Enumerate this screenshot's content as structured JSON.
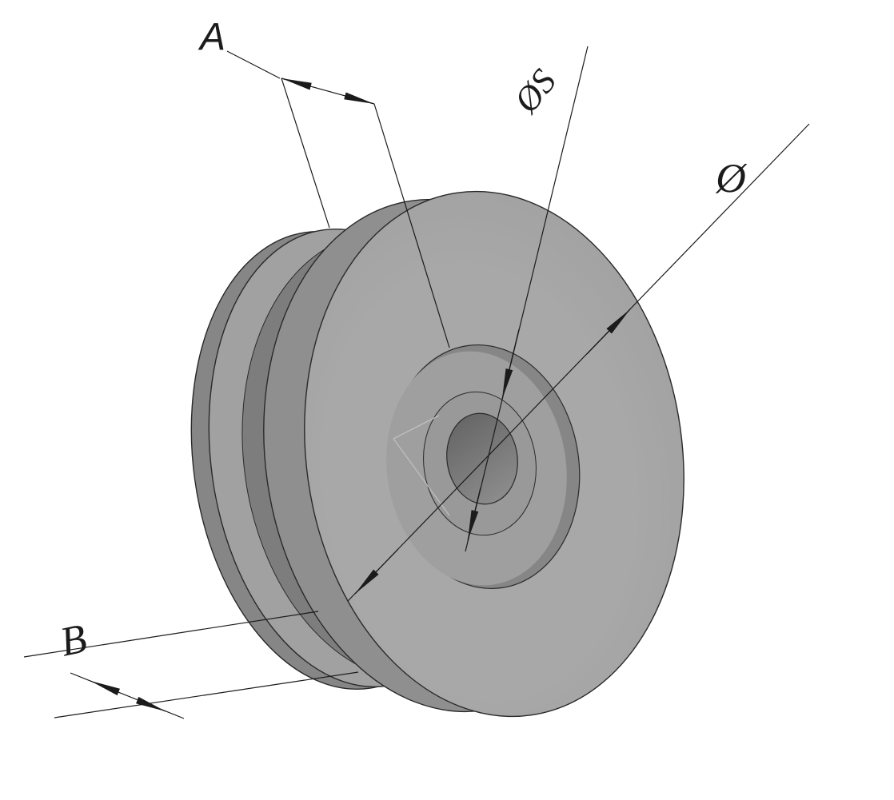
{
  "drawing": {
    "kind": "isometric technical drawing of a grooved pulley wheel",
    "labels": {
      "width_a": "A",
      "width_b": "B",
      "groove_diameter": "ØS",
      "outer_diameter": "Ø"
    },
    "colors": {
      "background": "#ffffff",
      "line": "#1b1b1b",
      "outline": "#2a2a2a",
      "body": "#9b9b9b",
      "body_light": "#a8a8a8",
      "back_face": "#a1a1a1",
      "flange_edge": "#868686",
      "groove_shadow": "#7d7d7d",
      "front_edge": "#8f8f8f",
      "recess_wall": "#868686",
      "recess_floor": "#9f9f9f",
      "hub_ring": "#999999",
      "bore_dark": "#666666",
      "bore_light": "#8d8d8d",
      "highlight": "#c8c8c8"
    }
  }
}
